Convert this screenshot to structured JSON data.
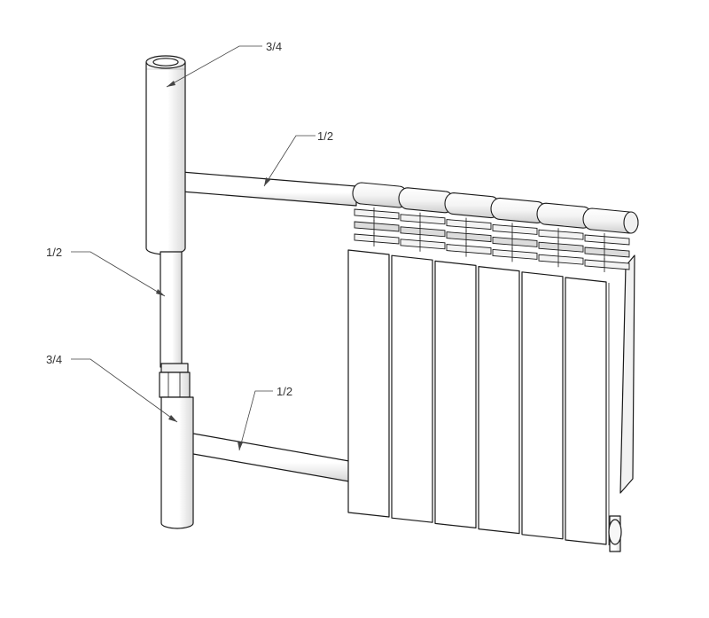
{
  "labels": {
    "upper_riser": "3/4",
    "upper_branch": "1/2",
    "bypass": "1/2",
    "lower_riser": "3/4",
    "lower_branch": "1/2"
  },
  "radiator": {
    "sections": 6
  },
  "colors": {
    "outline": "#1a1a1a",
    "pipe_fill": "#ffffff",
    "pipe_shade": "#e4e4e4",
    "fin_shade": "#d8d8d8",
    "leader": "#444444"
  }
}
